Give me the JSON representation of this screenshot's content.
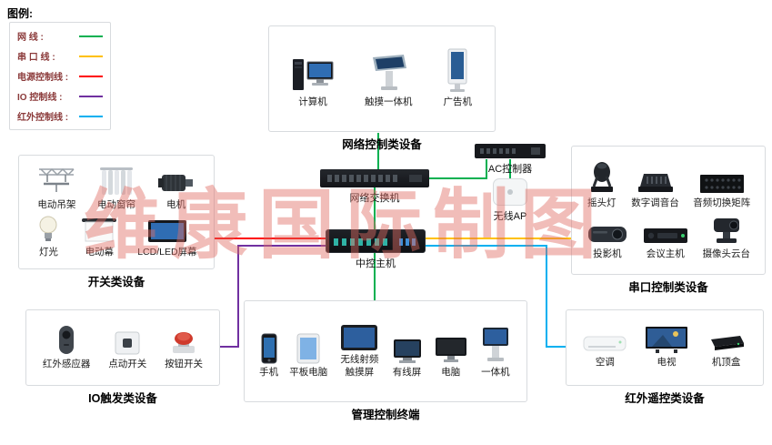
{
  "watermark": "维康国际制图",
  "legend": {
    "title": "图例:",
    "items": [
      {
        "label": "网 线 :",
        "color": "#00b050"
      },
      {
        "label": "串 口 线 :",
        "color": "#ffc000"
      },
      {
        "label": "电源控制线 :",
        "color": "#fe0000"
      },
      {
        "label": "IO 控制线 :",
        "color": "#7030a0"
      },
      {
        "label": "红外控制线 :",
        "color": "#00b0f0"
      }
    ]
  },
  "core": {
    "network_switch": "网络交换机",
    "ac_controller": "AC控制器",
    "wireless_ap": "无线AP",
    "central_host": "中控主机"
  },
  "groups": {
    "network": {
      "title": "网络控制类设备",
      "items": [
        {
          "label": "计算机"
        },
        {
          "label": "触摸一体机"
        },
        {
          "label": "广告机"
        }
      ]
    },
    "switching": {
      "title": "开关类设备",
      "items": [
        {
          "label": "电动吊架"
        },
        {
          "label": "电动窗帘"
        },
        {
          "label": "电机"
        },
        {
          "label": "灯光"
        },
        {
          "label": "电动幕"
        },
        {
          "label": "LCD/LED屏幕"
        }
      ]
    },
    "serial": {
      "title": "串口控制类设备",
      "items": [
        {
          "label": "摇头灯"
        },
        {
          "label": "数字调音台"
        },
        {
          "label": "音频切换矩阵"
        },
        {
          "label": "投影机"
        },
        {
          "label": "会议主机"
        },
        {
          "label": "摄像头云台"
        }
      ]
    },
    "io": {
      "title": "IO触发类设备",
      "items": [
        {
          "label": "红外感应器"
        },
        {
          "label": "点动开关"
        },
        {
          "label": "按钮开关"
        }
      ]
    },
    "management": {
      "title": "管理控制终端",
      "items": [
        {
          "label": "手机"
        },
        {
          "label": "平板电脑"
        },
        {
          "label": "无线射频触摸屏"
        },
        {
          "label": "有线屏"
        },
        {
          "label": "电脑"
        },
        {
          "label": "一体机"
        }
      ]
    },
    "infrared": {
      "title": "红外遥控类设备",
      "items": [
        {
          "label": "空调"
        },
        {
          "label": "电视"
        },
        {
          "label": "机顶盒"
        }
      ]
    }
  },
  "line_colors": {
    "network": "#00b050",
    "serial": "#ffc000",
    "power": "#fe0000",
    "io": "#7030a0",
    "infrared": "#00b0f0"
  }
}
